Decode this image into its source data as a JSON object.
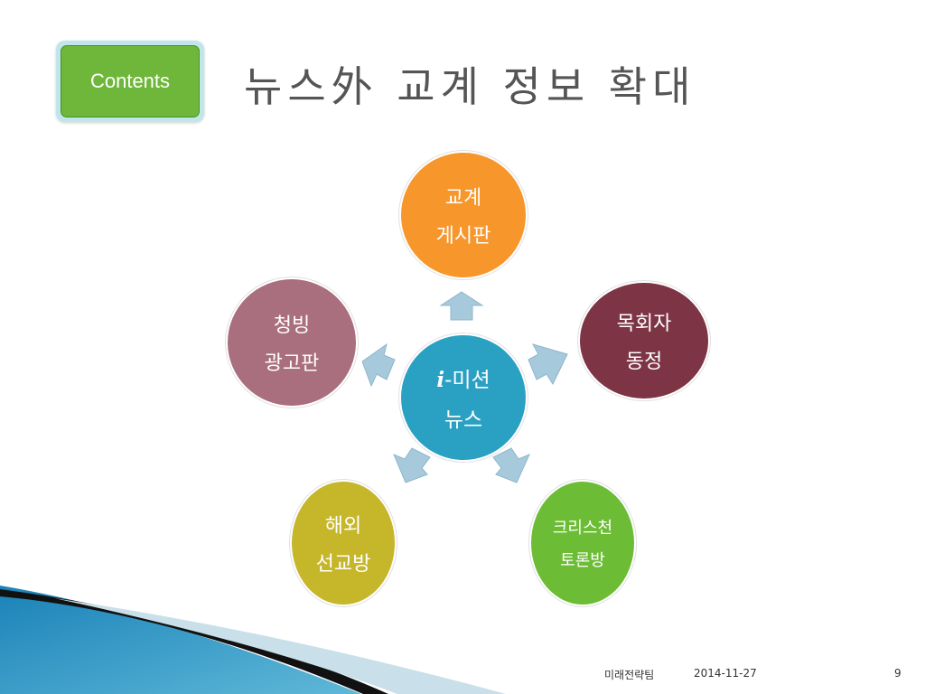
{
  "header": {
    "contents_label": "Contents",
    "title": "뉴스外 교계 정보 확대"
  },
  "diagram": {
    "center": {
      "prefix": "i",
      "line1_rest": "-미션",
      "line2": "뉴스",
      "color": "#2aa0c3"
    },
    "nodes": [
      {
        "id": "top",
        "line1": "교계",
        "line2": "게시판",
        "color": "#f7962b"
      },
      {
        "id": "right",
        "line1": "목회자",
        "line2": "동정",
        "color": "#7d3444"
      },
      {
        "id": "bottom-right",
        "line1": "크리스천",
        "line2": "토론방",
        "color": "#6cbd35"
      },
      {
        "id": "bottom-left",
        "line1": "해외",
        "line2": "선교방",
        "color": "#c6b62a"
      },
      {
        "id": "left",
        "line1": "청빙",
        "line2": "광고판",
        "color": "#a96f7e"
      }
    ],
    "arrow_color": "#a7c9dc"
  },
  "footer": {
    "team": "미래전략팀",
    "date": "2014-11-27",
    "page": "9"
  }
}
